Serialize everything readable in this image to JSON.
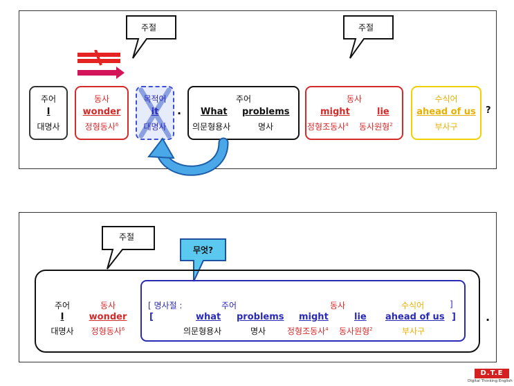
{
  "callouts": {
    "top_left": "주절",
    "top_right": "주절",
    "bottom": "주절",
    "bottom_question": "무엇?"
  },
  "top": {
    "subject": {
      "role": "주어",
      "word": "I",
      "pos": "대명사"
    },
    "verb": {
      "role": "동사",
      "word": "wonder",
      "pos": "정형동사",
      "sup": "6"
    },
    "object": {
      "role": "목적어",
      "word": "it",
      "pos": "대명사"
    },
    "period": ".",
    "clause_subject": {
      "role": "주어",
      "word1": "What",
      "word2": "problems",
      "pos1": "의문형용사",
      "pos2": "명사"
    },
    "clause_verb": {
      "role": "동사",
      "word1": "might",
      "word2": "lie",
      "pos1": "정형조동사",
      "sup1": "4",
      "pos2": "동사원형",
      "sup2": "2"
    },
    "modifier": {
      "role": "수식어",
      "word": "ahead of us",
      "pos": "부사구"
    },
    "question_mark": "?"
  },
  "bottom": {
    "subject": {
      "role": "주어",
      "word": "I",
      "pos": "대명사"
    },
    "verb": {
      "role": "동사",
      "word": "wonder",
      "pos": "정형동사",
      "sup": "6"
    },
    "noun_clause_label": "[ 명사절 :",
    "bracket_open": "[",
    "bracket_close": "]",
    "role_subject": "주어",
    "role_verb": "동사",
    "role_modifier": "수식어",
    "words": {
      "what": "what",
      "problems": "problems",
      "might": "might",
      "lie": "lie",
      "ahead": "ahead of us"
    },
    "pos": {
      "what": "의문형용사",
      "problems": "명사",
      "might": "정형조동사",
      "might_sup": "4",
      "lie": "동사원형",
      "lie_sup": "2",
      "ahead": "부사구"
    },
    "period": "."
  },
  "logo": {
    "mark": "D.T.E",
    "text": "Digital Thinking English"
  },
  "colors": {
    "red": "#d42a2a",
    "yellow": "#e8b000",
    "blue": "#2a2ab8",
    "arrow_blue": "#4aa8e8",
    "highlight": "#5bc8f0"
  }
}
